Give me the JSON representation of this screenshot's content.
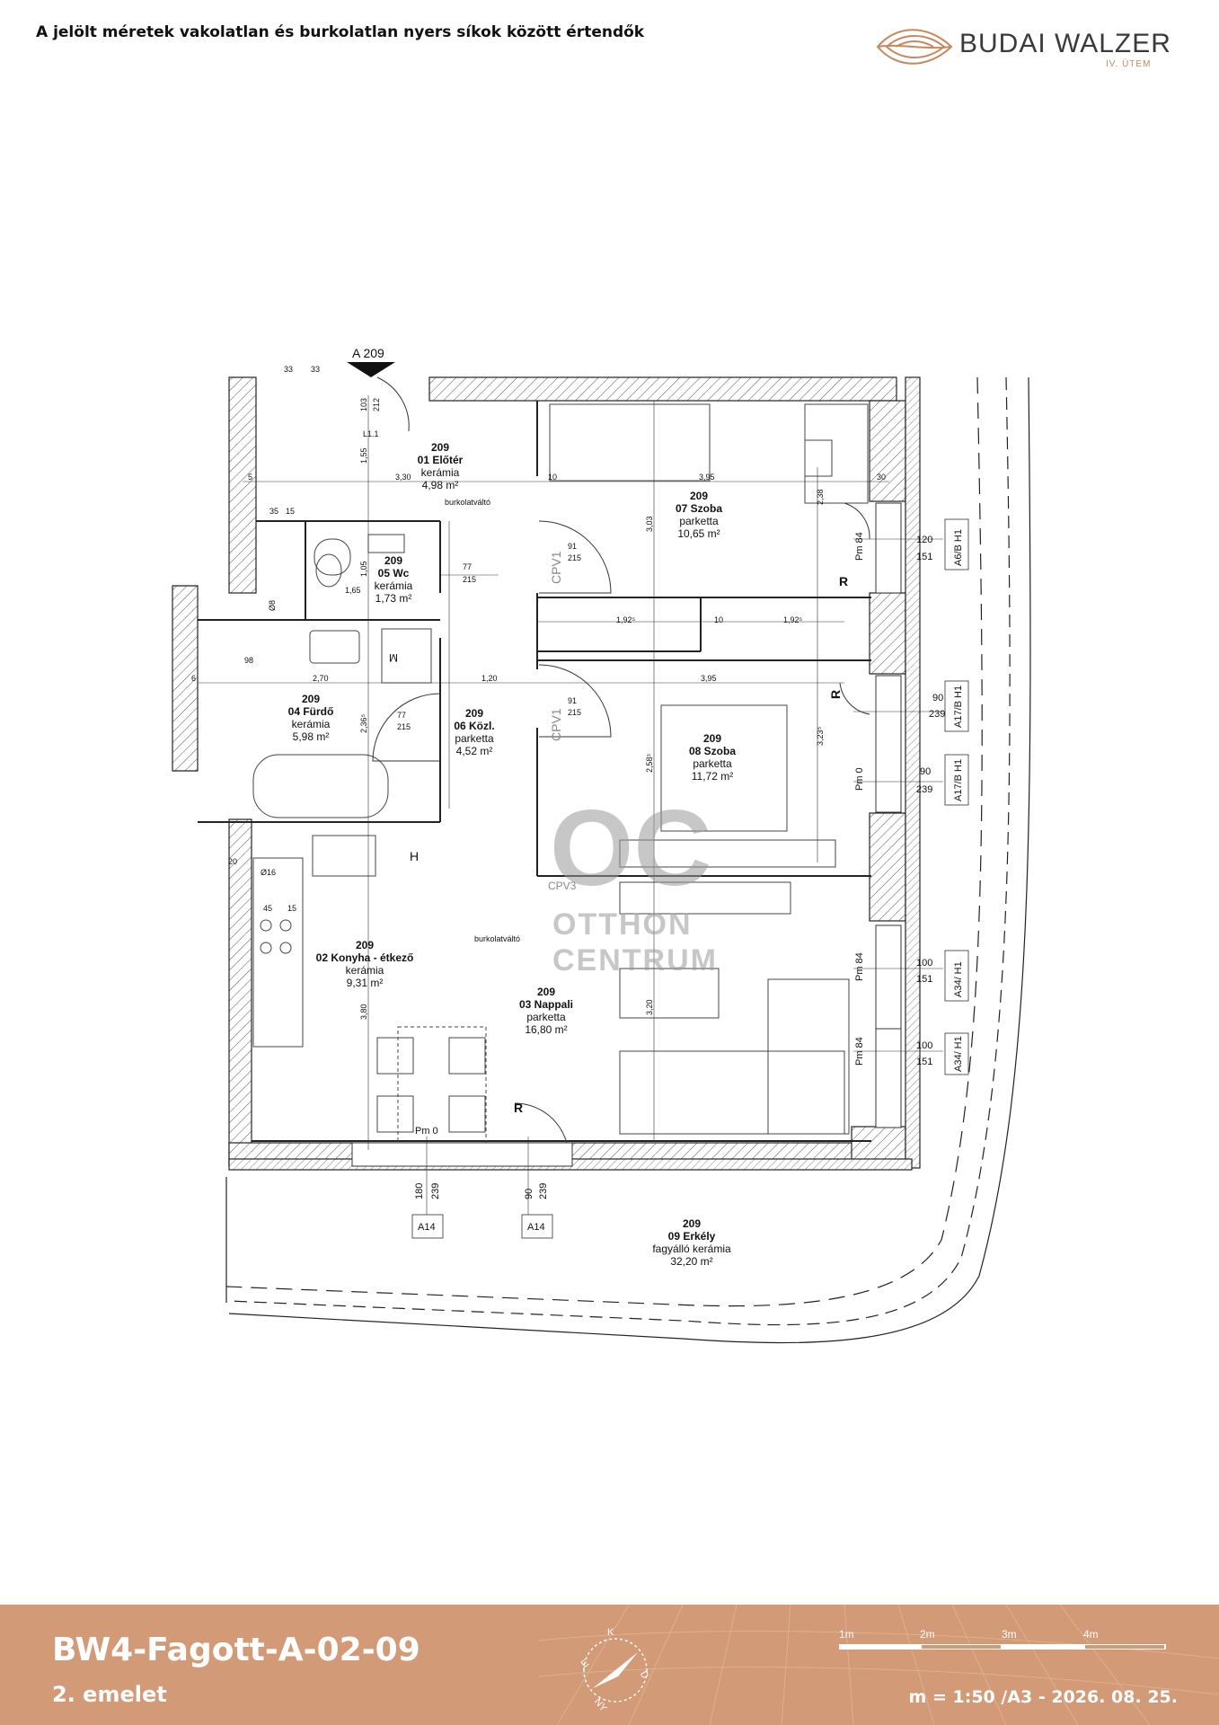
{
  "header": {
    "note": "A jelölt méretek vakolatlan és burkolatlan nyers síkok között értendők",
    "brand": "BUDAI WALZER",
    "phase": "IV. ÜTEM"
  },
  "plan": {
    "section_marker": "A 209",
    "watermark": {
      "lines": [
        "OTTHON",
        "CENTRUM"
      ],
      "monogram": "OC"
    },
    "rooms": [
      {
        "num": "209",
        "name": "01 Előtér",
        "floor": "kerámia",
        "area": "4,98 m²"
      },
      {
        "num": "209",
        "name": "05 Wc",
        "floor": "kerámia",
        "area": "1,73 m²"
      },
      {
        "num": "209",
        "name": "07 Szoba",
        "floor": "parketta",
        "area": "10,65 m²"
      },
      {
        "num": "209",
        "name": "04 Fürdő",
        "floor": "kerámia",
        "area": "5,98 m²"
      },
      {
        "num": "209",
        "name": "06 Közl.",
        "floor": "parketta",
        "area": "4,52 m²"
      },
      {
        "num": "209",
        "name": "08 Szoba",
        "floor": "parketta",
        "area": "11,72 m²"
      },
      {
        "num": "209",
        "name": "02 Konyha - étkező",
        "floor": "kerámia",
        "area": "9,31 m²"
      },
      {
        "num": "209",
        "name": "03 Nappali",
        "floor": "parketta",
        "area": "16,80 m²"
      },
      {
        "num": "209",
        "name": "09 Erkély",
        "floor": "fagyálló kerámia",
        "area": "32,20 m²"
      }
    ],
    "window_tags": [
      "A6/B H1",
      "A17/B H1",
      "A17/B H1",
      "A34/ H1",
      "A34/ H1",
      "A14",
      "A14"
    ],
    "window_dims": [
      {
        "w": "120",
        "h": "151"
      },
      {
        "w": "90",
        "h": "239"
      },
      {
        "w": "90",
        "h": "239"
      },
      {
        "w": "100",
        "h": "151"
      },
      {
        "w": "100",
        "h": "151"
      },
      {
        "w": "180",
        "h": "239"
      },
      {
        "w": "90",
        "h": "239"
      }
    ],
    "sill_labels": [
      "Pm 84",
      "Pm 0",
      "Pm 84",
      "Pm 84",
      "Pm 0"
    ],
    "door_labels": [
      {
        "w": "91",
        "h": "215"
      },
      {
        "w": "77",
        "h": "215"
      },
      {
        "w": "91",
        "h": "215"
      },
      {
        "w": "77",
        "h": "215"
      }
    ],
    "misc_labels": [
      "burkolatváltó",
      "burkolatváltó",
      "CPV1",
      "CPV1",
      "CPV3",
      "R",
      "R",
      "R",
      "H",
      "M",
      "Ø16",
      "Ø8",
      "98",
      "20",
      "45",
      "15",
      "L1.1"
    ],
    "dims": [
      "33",
      "33",
      "3,30",
      "3,95",
      "1,92⁵",
      "10",
      "1,92⁵",
      "2,70",
      "1,20",
      "3,95",
      "35",
      "15",
      "1,65",
      "1,05",
      "3,03",
      "3,23⁵",
      "2,58⁵",
      "3,80",
      "3,20",
      "2,36⁵",
      "2,38",
      "1,55",
      "103",
      "212",
      "5",
      "6",
      "10",
      "30"
    ]
  },
  "footer": {
    "code": "BW4-Fagott-A-02-09",
    "floor": "2. emelet",
    "scale": "m = 1:50 /A3 - 2026. 08. 25.",
    "scalebar": [
      "1m",
      "2m",
      "3m",
      "4m"
    ],
    "compass": [
      "E",
      "K",
      "D",
      "NY"
    ]
  },
  "colors": {
    "accent": "#d29a76",
    "line": "#222222",
    "watermark": "#9a9a9a"
  }
}
